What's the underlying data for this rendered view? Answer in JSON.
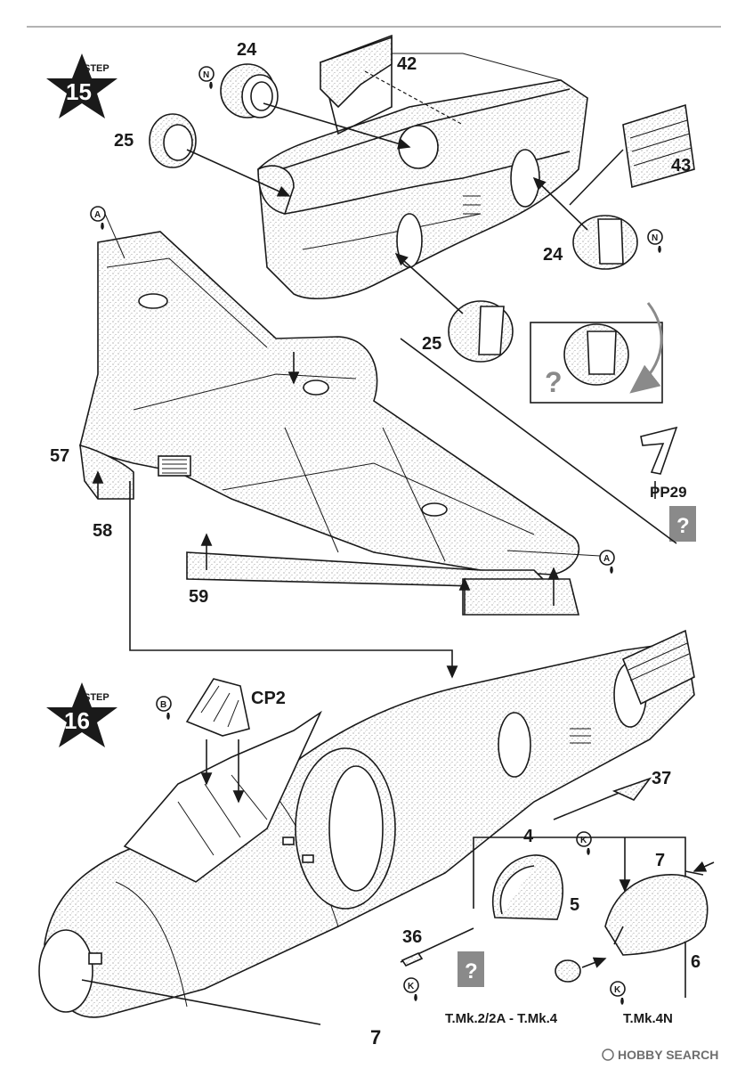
{
  "page": {
    "number": "7"
  },
  "steps": [
    {
      "word": "STEP",
      "number": "15"
    },
    {
      "word": "STEP",
      "number": "16"
    }
  ],
  "parts": {
    "p24a": "24",
    "p42": "42",
    "p25a": "25",
    "p43": "43",
    "p24b": "24",
    "p25b": "25",
    "p57": "57",
    "p58": "58",
    "p59": "59",
    "pp29": "PP29",
    "cp2": "CP2",
    "p37": "37",
    "p4": "4",
    "p7": "7",
    "p5": "5",
    "p36": "36",
    "p6": "6"
  },
  "paint_codes": {
    "n1": "N",
    "n2": "N",
    "a1": "A",
    "a2": "A",
    "b1": "B",
    "k1": "K",
    "k2": "K",
    "k3": "K"
  },
  "unknown_marks": {
    "q1": "?",
    "q2": "?",
    "q3": "?"
  },
  "variants": {
    "left": "T.Mk.2/2A - T.Mk.4",
    "right": "T.Mk.4N"
  },
  "watermark": {
    "text": "HOBBY SEARCH"
  },
  "colors": {
    "ink": "#1a1a1a",
    "callout_grey": "#8a8a8a",
    "box_grey": "#8a8a8a"
  }
}
